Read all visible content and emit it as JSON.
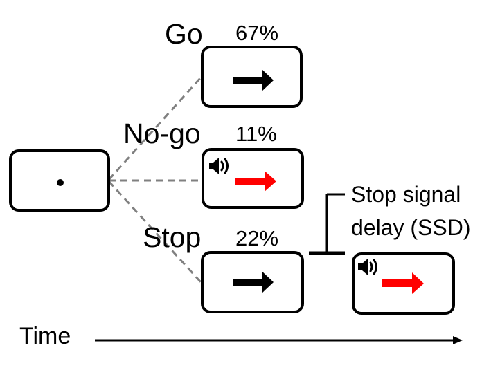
{
  "conditions": {
    "go": {
      "label": "Go",
      "percent": "67%"
    },
    "nogo": {
      "label": "No-go",
      "percent": "11%"
    },
    "stop": {
      "label": "Stop",
      "percent": "22%"
    }
  },
  "ssd": {
    "line1": "Stop signal",
    "line2": "delay (SSD)"
  },
  "time": {
    "label": "Time"
  },
  "colors": {
    "frame": "#000000",
    "connector": "#808080",
    "go_arrow": "#000000",
    "stop_arrow": "#ff0000"
  },
  "icons": {
    "fixation": "fixation-dot-icon",
    "go_arrow": "black-arrow-right-icon",
    "stop_arrow": "red-arrow-right-icon",
    "sound": "speaker-sound-icon"
  }
}
